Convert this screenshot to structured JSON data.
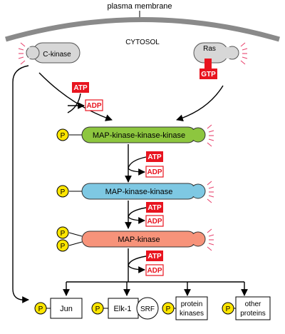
{
  "labels": {
    "plasma_membrane": "plasma membrane",
    "cytosol": "CYTOSOL",
    "c_kinase": "C-kinase",
    "ras": "Ras",
    "gtp": "GTP",
    "atp": "ATP",
    "adp": "ADP",
    "p": "P",
    "mapkkk": "MAP-kinase-kinase-kinase",
    "mapkk": "MAP-kinase-kinase",
    "mapk": "MAP-kinase",
    "jun": "Jun",
    "elk1": "Elk-1",
    "srf": "SRF",
    "protein_kinases_1": "protein",
    "protein_kinases_2": "kinases",
    "other_proteins_1": "other",
    "other_proteins_2": "proteins"
  },
  "colors": {
    "membrane": "#8a8a8a",
    "c_kinase_fill": "#d7d7d7",
    "mapkkk_fill": "#8dc63f",
    "mapkk_fill": "#7ec8e3",
    "mapk_fill": "#f7937a",
    "phosphate": "#ffe600",
    "tag_red": "#e8141f",
    "activation_rays": "#e8456f"
  },
  "icons": {
    "activation": "activation-rays-icon",
    "phosphate": "phosphate-circle-icon"
  }
}
